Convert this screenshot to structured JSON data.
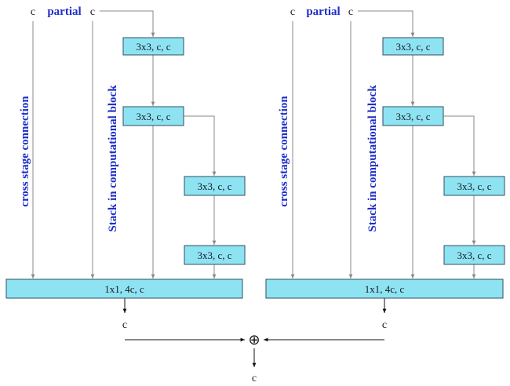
{
  "blocks": [
    {
      "top_left_label": "c",
      "partial_label": "partial",
      "partial_c_label": "c",
      "cross_stage_label": "cross stage connection",
      "stack_label": "Stack in computational block",
      "conv_boxes": [
        "3x3, c, c",
        "3x3, c, c",
        "3x3, c, c",
        "3x3, c, c"
      ],
      "fusion_box": "1x1, 4c, c",
      "output_label": "c"
    },
    {
      "top_left_label": "c",
      "partial_label": "partial",
      "partial_c_label": "c",
      "cross_stage_label": "cross stage connection",
      "stack_label": "Stack in computational block",
      "conv_boxes": [
        "3x3, c, c",
        "3x3, c, c",
        "3x3, c, c",
        "3x3, c, c"
      ],
      "fusion_box": "1x1, 4c, c",
      "output_label": "c"
    }
  ],
  "merge": {
    "operator_symbol": "⊕",
    "output_label": "c"
  }
}
